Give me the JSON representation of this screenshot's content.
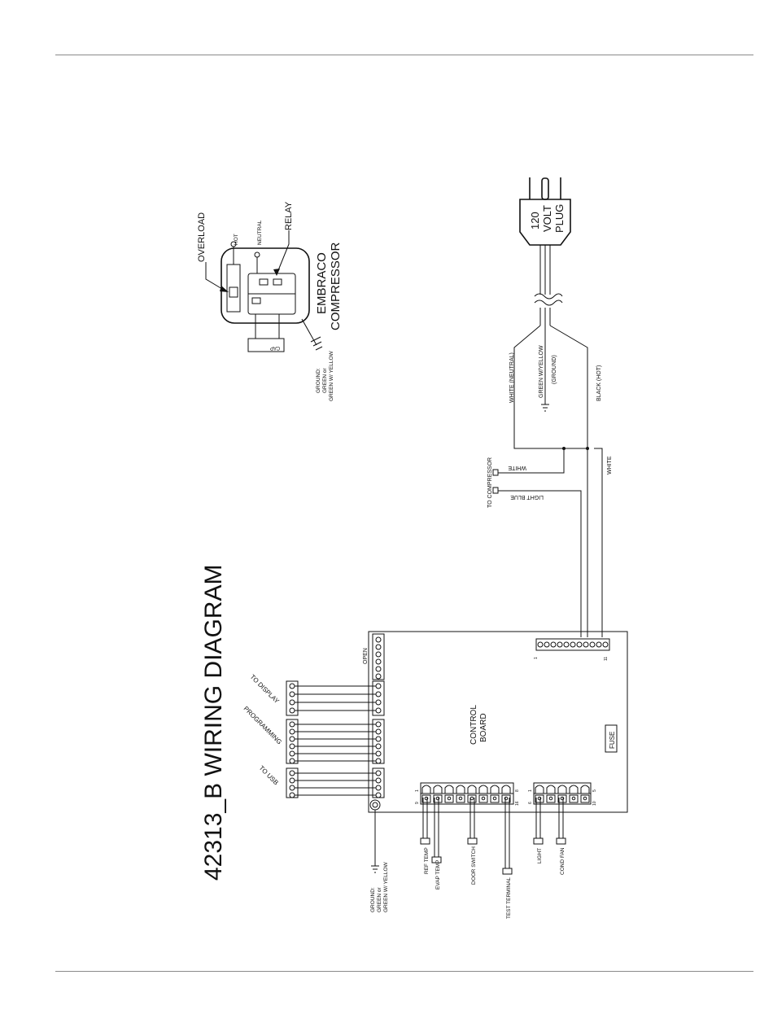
{
  "title": "42313_B WIRING DIAGRAM",
  "compressor": {
    "overload": "OVERLOAD",
    "relay": "RELAY",
    "hot": "HOT",
    "neutral": "NEUTRAL",
    "cap": "CAP",
    "name_line1": "EMBRACO",
    "name_line2": "COMPRESSOR",
    "ground_line1": "GROUND:",
    "ground_line2": "GREEN or",
    "ground_line3": "GREEN W/ YELLOW"
  },
  "plug": {
    "line1": "120",
    "line2": "VOLT",
    "line3": "PLUG"
  },
  "cord": {
    "white_neutral": "WHITE (NEUTRAL)",
    "green_yellow": "GREEN W/YELLOW",
    "ground": "(GROUND)",
    "black_hot": "BLACK (HOT)",
    "white": "WHITE"
  },
  "to_compressor": {
    "label": "TO COMPRESSOR",
    "white": "WHITE",
    "light_blue": "LIGHT BLUE"
  },
  "board": {
    "control_line1": "CONTROL",
    "control_line2": "BOARD",
    "fuse": "FUSE",
    "open": "OPEN",
    "to_display": "TO DISPLAY",
    "programming": "PROGRAMMING",
    "to_usb": "TO USB",
    "pin_1": "1",
    "pin_11": "11",
    "pin_9": "9",
    "pin_16": "16",
    "pin_8": "8",
    "pin_6": "6",
    "pin_10": "10",
    "pin_5": "5"
  },
  "sensors": {
    "ref_temp": "REF TEMP",
    "evap_temp": "EVAP TEMP",
    "door_switch": "DOOR SWITCH",
    "test_terminal": "TEST TERMINAL",
    "light": "LIGHT",
    "cond_fan": "COND FAN"
  },
  "board_ground": {
    "line1": "GROUND:",
    "line2": "GREEN or",
    "line3": "GREEN W/ YELLOW"
  }
}
